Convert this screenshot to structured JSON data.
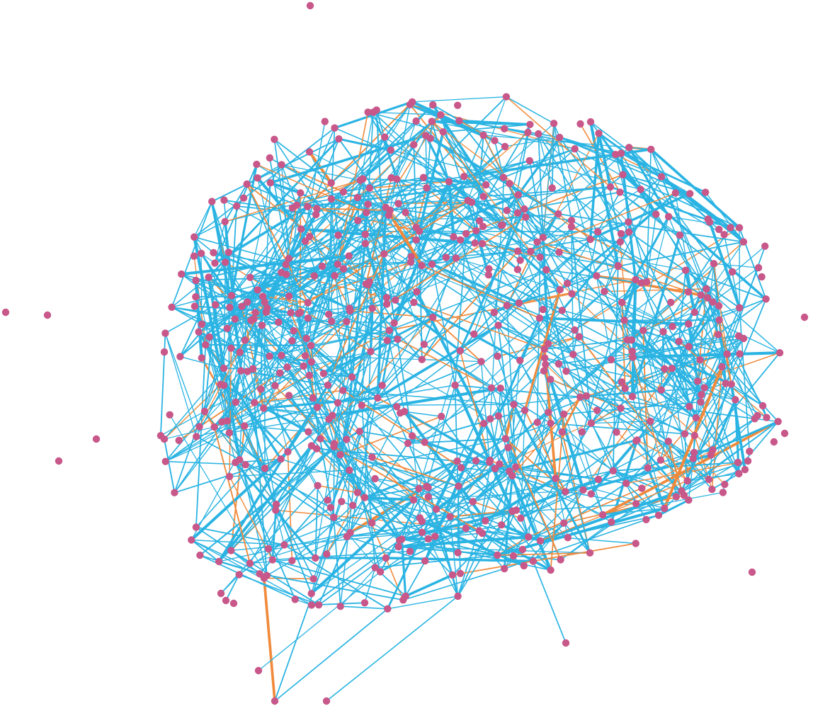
{
  "graph": {
    "type": "network",
    "colors": {
      "background": "#ffffff",
      "node": "#c8578a",
      "edge_primary": "#2bb4e3",
      "edge_secondary": "#f08a3c"
    },
    "counts": {
      "nodes_approx": 560,
      "edges_approx": 1450
    }
  }
}
